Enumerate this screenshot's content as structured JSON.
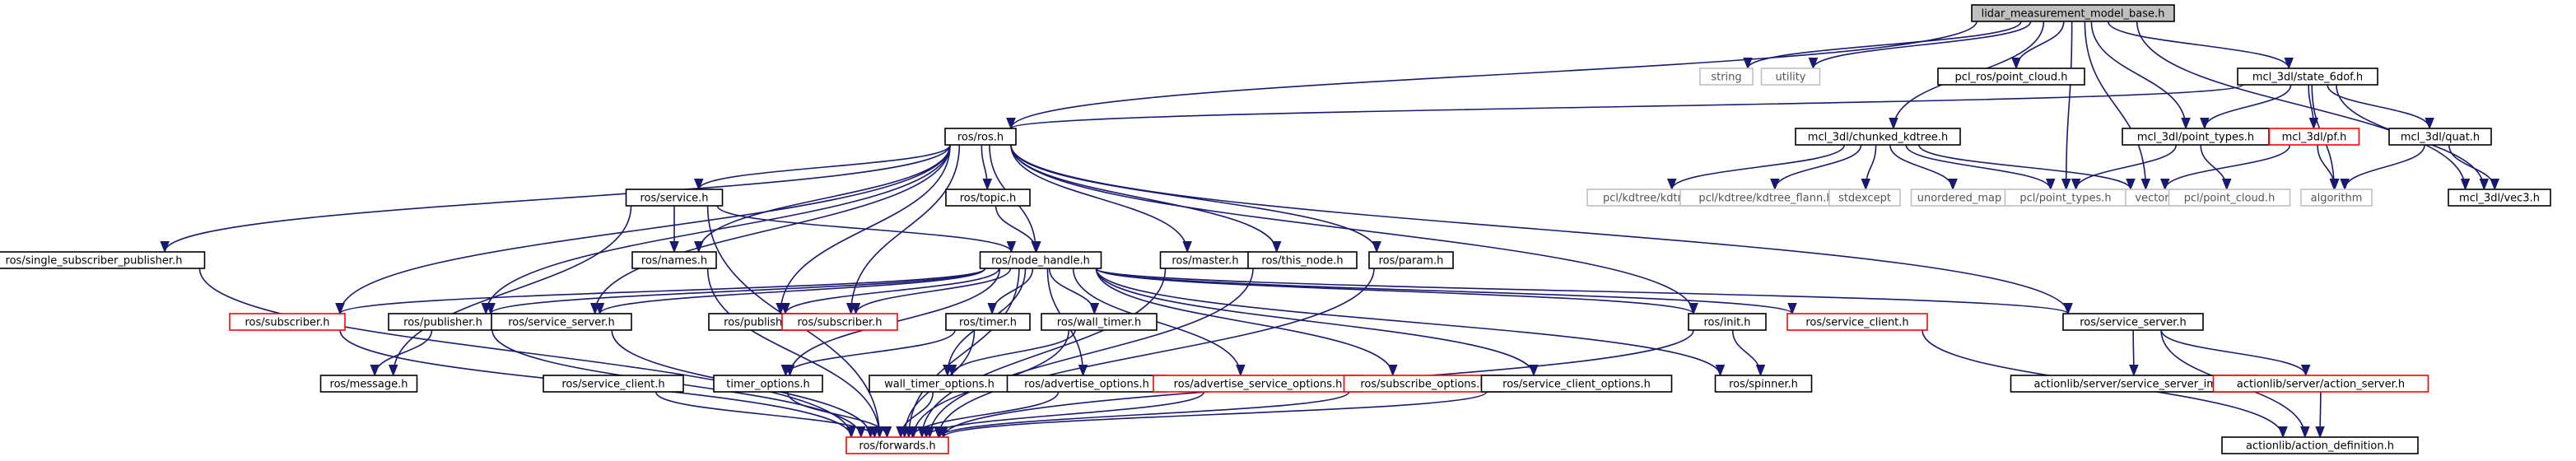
{
  "colors": {
    "edge": "#191970",
    "box_border": "#000000",
    "missing_border": "#bfbfbf",
    "truncated_border": "#ff0000",
    "root_fill": "#bfbfbf",
    "node_fill": "#ffffff",
    "text": "#000000",
    "missing_text": "#555555"
  },
  "nodes": {
    "root": {
      "label": "lidar_measurement_model_base.h",
      "style": "root"
    },
    "string": {
      "label": "string",
      "style": "missing"
    },
    "utility": {
      "label": "utility",
      "style": "missing"
    },
    "pcl_ros_point_cloud": {
      "label": "pcl_ros/point_cloud.h",
      "style": "normal"
    },
    "state_6dof": {
      "label": "mcl_3dl/state_6dof.h",
      "style": "normal"
    },
    "ros_h": {
      "label": "ros/ros.h",
      "style": "normal"
    },
    "chunked_kdtree": {
      "label": "mcl_3dl/chunked_kdtree.h",
      "style": "normal"
    },
    "point_types_mcl": {
      "label": "mcl_3dl/point_types.h",
      "style": "normal"
    },
    "pf_h": {
      "label": "mcl_3dl/pf.h",
      "style": "truncated"
    },
    "quat_h": {
      "label": "mcl_3dl/quat.h",
      "style": "normal"
    },
    "vec3_h": {
      "label": "mcl_3dl/vec3.h",
      "style": "normal"
    },
    "kdtree": {
      "label": "pcl/kdtree/kdtree.h",
      "style": "missing"
    },
    "kdtree_flann": {
      "label": "pcl/kdtree/kdtree_flann.h",
      "style": "missing"
    },
    "stdexcept": {
      "label": "stdexcept",
      "style": "missing"
    },
    "unordered_map": {
      "label": "unordered_map",
      "style": "missing"
    },
    "pcl_point_types": {
      "label": "pcl/point_types.h",
      "style": "missing"
    },
    "vector": {
      "label": "vector",
      "style": "missing"
    },
    "pcl_point_cloud": {
      "label": "pcl/point_cloud.h",
      "style": "missing"
    },
    "algorithm": {
      "label": "algorithm",
      "style": "missing"
    },
    "service_h": {
      "label": "ros/service.h",
      "style": "normal"
    },
    "topic_h": {
      "label": "ros/topic.h",
      "style": "normal"
    },
    "single_sub_pub": {
      "label": "ros/single_subscriber_publisher.h",
      "style": "normal"
    },
    "names_h": {
      "label": "ros/names.h",
      "style": "normal"
    },
    "node_handle": {
      "label": "ros/node_handle.h",
      "style": "normal"
    },
    "master_h": {
      "label": "ros/master.h",
      "style": "normal"
    },
    "this_node": {
      "label": "ros/this_node.h",
      "style": "normal"
    },
    "param_h": {
      "label": "ros/param.h",
      "style": "normal"
    },
    "subscriber_a": {
      "label": "ros/subscriber.h",
      "style": "truncated"
    },
    "publisher_a": {
      "label": "ros/publisher.h",
      "style": "normal"
    },
    "service_server_a": {
      "label": "ros/service_server.h",
      "style": "normal"
    },
    "publisher_b": {
      "label": "ros/publisher.h",
      "style": "normal"
    },
    "subscriber_b": {
      "label": "ros/subscriber.h",
      "style": "truncated"
    },
    "timer_h": {
      "label": "ros/timer.h",
      "style": "normal"
    },
    "wall_timer": {
      "label": "ros/wall_timer.h",
      "style": "normal"
    },
    "init_h": {
      "label": "ros/init.h",
      "style": "normal"
    },
    "service_client": {
      "label": "ros/service_client.h",
      "style": "truncated"
    },
    "service_server_b": {
      "label": "ros/service_server.h",
      "style": "normal"
    },
    "message_h": {
      "label": "ros/message.h",
      "style": "normal"
    },
    "service_client_h": {
      "label": "ros/service_client.h",
      "style": "normal"
    },
    "timer_options": {
      "label": "timer_options.h",
      "style": "normal"
    },
    "wall_timer_options": {
      "label": "wall_timer_options.h",
      "style": "normal"
    },
    "advertise_options": {
      "label": "ros/advertise_options.h",
      "style": "normal"
    },
    "advertise_service_options": {
      "label": "ros/advertise_service_options.h",
      "style": "truncated"
    },
    "subscribe_options": {
      "label": "ros/subscribe_options.h",
      "style": "truncated"
    },
    "service_client_options": {
      "label": "ros/service_client_options.h",
      "style": "normal"
    },
    "spinner_h": {
      "label": "ros/spinner.h",
      "style": "normal"
    },
    "service_server_imp": {
      "label": "actionlib/server/service_server_imp.h",
      "style": "normal"
    },
    "action_server": {
      "label": "actionlib/server/action_server.h",
      "style": "truncated"
    },
    "forwards": {
      "label": "ros/forwards.h",
      "style": "truncated"
    },
    "action_definition": {
      "label": "actionlib/action_definition.h",
      "style": "normal"
    }
  },
  "edges": [
    [
      "root",
      "string"
    ],
    [
      "root",
      "utility"
    ],
    [
      "root",
      "pcl_ros_point_cloud"
    ],
    [
      "root",
      "state_6dof"
    ],
    [
      "root",
      "ros_h"
    ],
    [
      "root",
      "chunked_kdtree"
    ],
    [
      "root",
      "point_types_mcl"
    ],
    [
      "root",
      "pcl_point_types"
    ],
    [
      "root",
      "vector"
    ],
    [
      "root",
      "vec3_h"
    ],
    [
      "state_6dof",
      "ros_h"
    ],
    [
      "state_6dof",
      "point_types_mcl"
    ],
    [
      "state_6dof",
      "pf_h"
    ],
    [
      "state_6dof",
      "quat_h"
    ],
    [
      "state_6dof",
      "vec3_h"
    ],
    [
      "state_6dof",
      "algorithm"
    ],
    [
      "chunked_kdtree",
      "kdtree"
    ],
    [
      "chunked_kdtree",
      "kdtree_flann"
    ],
    [
      "chunked_kdtree",
      "stdexcept"
    ],
    [
      "chunked_kdtree",
      "unordered_map"
    ],
    [
      "chunked_kdtree",
      "pcl_point_types"
    ],
    [
      "chunked_kdtree",
      "vector"
    ],
    [
      "point_types_mcl",
      "pcl_point_types"
    ],
    [
      "point_types_mcl",
      "pcl_point_cloud"
    ],
    [
      "pf_h",
      "vector"
    ],
    [
      "pf_h",
      "algorithm"
    ],
    [
      "quat_h",
      "algorithm"
    ],
    [
      "quat_h",
      "vec3_h"
    ],
    [
      "ros_h",
      "single_sub_pub"
    ],
    [
      "ros_h",
      "service_h"
    ],
    [
      "ros_h",
      "topic_h"
    ],
    [
      "ros_h",
      "names_h"
    ],
    [
      "ros_h",
      "node_handle"
    ],
    [
      "ros_h",
      "master_h"
    ],
    [
      "ros_h",
      "this_node"
    ],
    [
      "ros_h",
      "param_h"
    ],
    [
      "ros_h",
      "subscriber_a"
    ],
    [
      "ros_h",
      "publisher_a"
    ],
    [
      "ros_h",
      "service_server_a"
    ],
    [
      "ros_h",
      "publisher_b"
    ],
    [
      "ros_h",
      "subscriber_b"
    ],
    [
      "ros_h",
      "init_h"
    ],
    [
      "ros_h",
      "service_server_b"
    ],
    [
      "service_h",
      "names_h"
    ],
    [
      "service_h",
      "node_handle"
    ],
    [
      "service_h",
      "message_h"
    ],
    [
      "service_h",
      "forwards"
    ],
    [
      "topic_h",
      "node_handle"
    ],
    [
      "single_sub_pub",
      "forwards"
    ],
    [
      "names_h",
      "forwards"
    ],
    [
      "node_handle",
      "subscriber_a"
    ],
    [
      "node_handle",
      "publisher_a"
    ],
    [
      "node_handle",
      "service_server_a"
    ],
    [
      "node_handle",
      "publisher_b"
    ],
    [
      "node_handle",
      "subscriber_b"
    ],
    [
      "node_handle",
      "timer_h"
    ],
    [
      "node_handle",
      "wall_timer"
    ],
    [
      "node_handle",
      "init_h"
    ],
    [
      "node_handle",
      "service_client"
    ],
    [
      "node_handle",
      "service_server_b"
    ],
    [
      "node_handle",
      "timer_options"
    ],
    [
      "node_handle",
      "wall_timer_options"
    ],
    [
      "node_handle",
      "advertise_options"
    ],
    [
      "node_handle",
      "advertise_service_options"
    ],
    [
      "node_handle",
      "subscribe_options"
    ],
    [
      "node_handle",
      "service_client_options"
    ],
    [
      "node_handle",
      "spinner_h"
    ],
    [
      "node_handle",
      "forwards"
    ],
    [
      "master_h",
      "forwards"
    ],
    [
      "this_node",
      "forwards"
    ],
    [
      "param_h",
      "forwards"
    ],
    [
      "subscriber_a",
      "forwards"
    ],
    [
      "publisher_a",
      "message_h"
    ],
    [
      "publisher_a",
      "forwards"
    ],
    [
      "service_server_a",
      "forwards"
    ],
    [
      "timer_h",
      "timer_options"
    ],
    [
      "timer_h",
      "forwards"
    ],
    [
      "wall_timer",
      "wall_timer_options"
    ],
    [
      "wall_timer",
      "forwards"
    ],
    [
      "init_h",
      "spinner_h"
    ],
    [
      "init_h",
      "forwards"
    ],
    [
      "service_client",
      "action_definition"
    ],
    [
      "service_server_b",
      "service_server_imp"
    ],
    [
      "service_server_b",
      "action_server"
    ],
    [
      "service_server_b",
      "action_definition"
    ],
    [
      "service_client_h",
      "forwards"
    ],
    [
      "timer_options",
      "forwards"
    ],
    [
      "wall_timer_options",
      "forwards"
    ],
    [
      "advertise_options",
      "forwards"
    ],
    [
      "advertise_service_options",
      "forwards"
    ],
    [
      "subscribe_options",
      "forwards"
    ],
    [
      "service_client_options",
      "forwards"
    ],
    [
      "action_server",
      "action_definition"
    ]
  ]
}
